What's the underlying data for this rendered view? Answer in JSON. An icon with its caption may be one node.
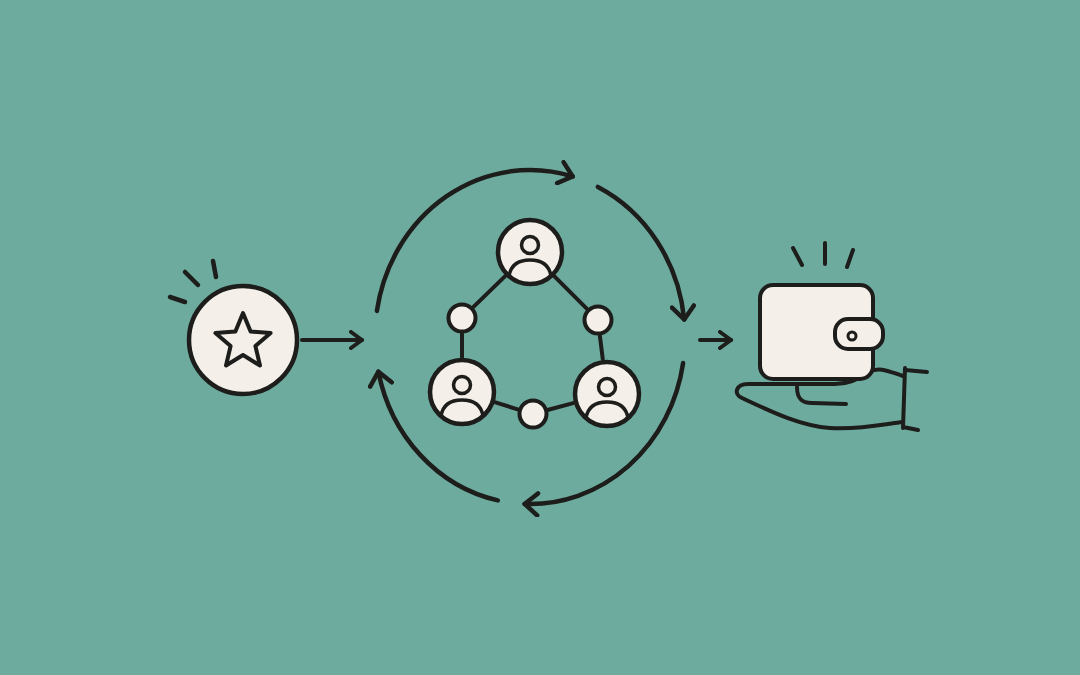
{
  "diagram": {
    "nodes": [
      {
        "text": [],
        "shape": "picture"
      },
      {
        "text": [],
        "shape": "cycle"
      },
      {
        "text": [],
        "shape": "person",
        "in": 1
      },
      {
        "text": [],
        "shape": "circle",
        "in": 1
      },
      {
        "text": [],
        "shape": "circle",
        "in": 1
      },
      {
        "text": [],
        "shape": "person",
        "in": 1
      },
      {
        "text": [],
        "shape": "circle",
        "in": 1
      },
      {
        "text": [],
        "shape": "person",
        "in": 1
      },
      {
        "text": [],
        "shape": "picture"
      }
    ],
    "edges": [
      {
        "from": 0,
        "to": 1,
        "arrow": "to"
      },
      {
        "from": 2,
        "to": 3,
        "arrow": "none"
      },
      {
        "from": 2,
        "to": 4,
        "arrow": "none"
      },
      {
        "from": 3,
        "to": 5,
        "arrow": "none"
      },
      {
        "from": 4,
        "to": 7,
        "arrow": "none"
      },
      {
        "from": 5,
        "to": 6,
        "arrow": "none"
      },
      {
        "from": 6,
        "to": 7,
        "arrow": "none"
      },
      {
        "from": 1,
        "to": 8,
        "arrow": "to"
      }
    ]
  }
}
